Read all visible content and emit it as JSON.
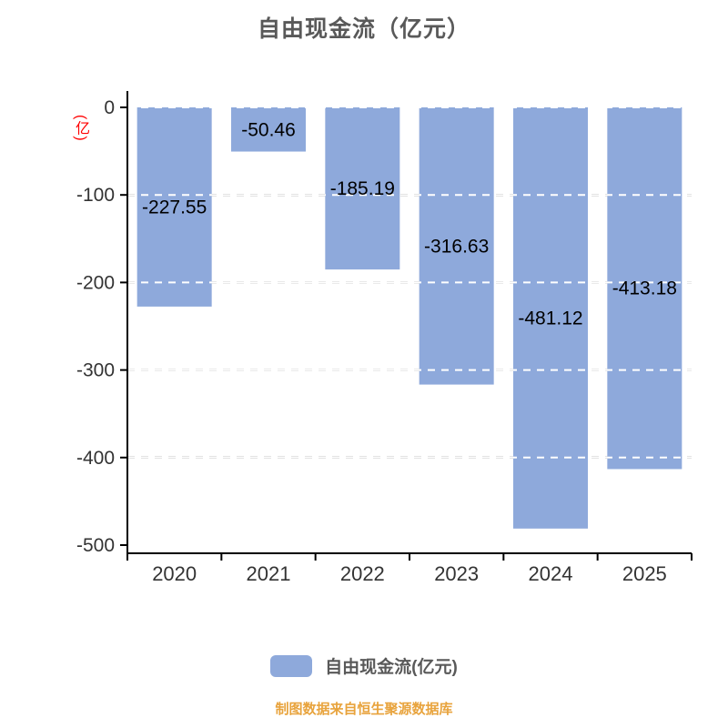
{
  "title": "自由现金流（亿元）",
  "y_unit_label": "(亿)",
  "legend": {
    "label": "自由现金流(亿元)"
  },
  "footer": "制图数据来自恒生聚源数据库",
  "colors": {
    "bar": "#8EA9DB",
    "title": "#595959",
    "axis": "#000000",
    "tick_label": "#333333",
    "value_label": "#000000",
    "y_unit": "#FF0000",
    "footer": "#E8A33C",
    "grid_behind": "#1a1a1a",
    "grid_over_bars": "#ffffff"
  },
  "chart_data": {
    "type": "bar",
    "categories": [
      "2020",
      "2021",
      "2022",
      "2023",
      "2024",
      "2025"
    ],
    "values": [
      -227.55,
      -50.46,
      -185.19,
      -316.63,
      -481.12,
      -413.18
    ],
    "value_labels": [
      "-227.55",
      "-50.46",
      "-185.19",
      "-316.63",
      "-481.12",
      "-413.18"
    ],
    "title": "自由现金流（亿元）",
    "xlabel": "",
    "ylabel": "(亿)",
    "y_ticks": [
      0,
      -100,
      -200,
      -300,
      -400,
      -500
    ],
    "ylim": [
      -500,
      0
    ],
    "grid": "dashed horizontal",
    "legend_entries": [
      "自由现金流(亿元)"
    ],
    "legend_position": "bottom",
    "annotations": [
      "制图数据来自恒生聚源数据库"
    ]
  }
}
